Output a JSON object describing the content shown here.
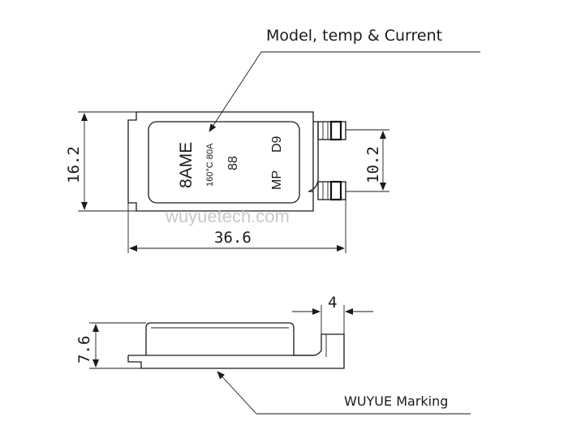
{
  "callouts": {
    "model_label": "Model, temp & Current",
    "marking_label": "WUYUE Marking"
  },
  "dimensions": {
    "height": "16.2",
    "terminal_span": "10.2",
    "length": "36.6",
    "thickness": "7.6",
    "lead": "4"
  },
  "device_marking": {
    "model": "8AME",
    "rating": "160°C 80A",
    "code": "D9",
    "brand": "MP",
    "symbol": "88"
  },
  "watermark": "wuyuetech.com",
  "colors": {
    "line": "#1a1a1a",
    "watermark": "#c9c9c9",
    "background": "#ffffff"
  }
}
